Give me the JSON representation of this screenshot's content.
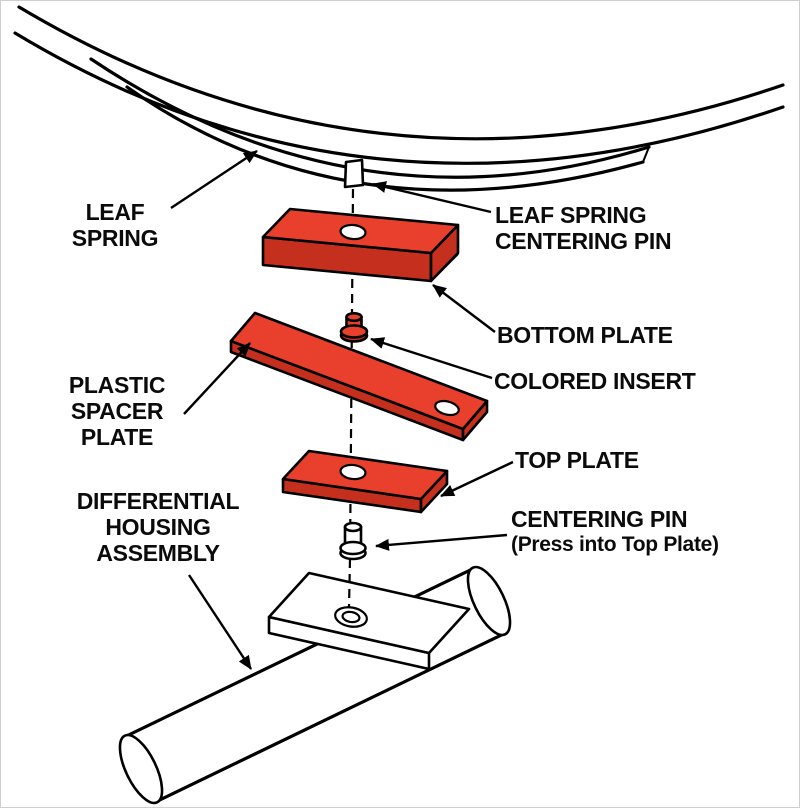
{
  "colors": {
    "part_red": "#e8402c",
    "part_red_dark": "#c52f1e",
    "line": "#000000",
    "background": "#ffffff"
  },
  "labels": {
    "leaf_spring": {
      "lines": [
        "LEAF",
        "SPRING"
      ]
    },
    "leaf_spring_centering_pin": {
      "lines": [
        "LEAF SPRING",
        "CENTERING PIN"
      ]
    },
    "bottom_plate": {
      "lines": [
        "BOTTOM PLATE"
      ]
    },
    "colored_insert": {
      "lines": [
        "COLORED INSERT"
      ]
    },
    "plastic_spacer_plate": {
      "lines": [
        "PLASTIC",
        "SPACER",
        "PLATE"
      ]
    },
    "top_plate": {
      "lines": [
        "TOP PLATE"
      ]
    },
    "centering_pin": {
      "lines": [
        "CENTERING PIN",
        "(Press into Top Plate)"
      ]
    },
    "differential_housing_assembly": {
      "lines": [
        "DIFFERENTIAL",
        "HOUSING",
        "ASSEMBLY"
      ]
    }
  }
}
